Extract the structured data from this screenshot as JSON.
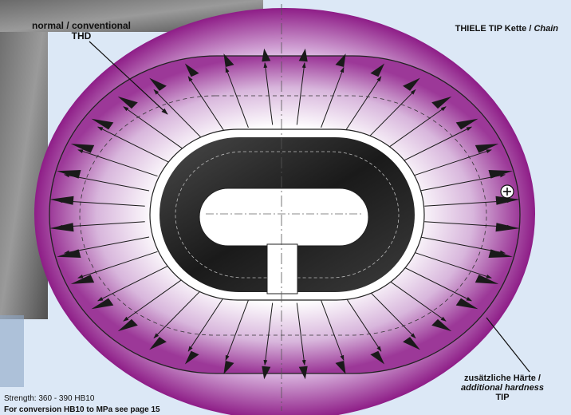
{
  "labels": {
    "normal_conventional": "normal / conventional",
    "thd": "THD",
    "thiele_tip": "THIELE TIP Kette / ",
    "chain": "Chain",
    "additional_hardness_de": "zusätzliche Härte /",
    "additional_hardness_en": "additional hardness",
    "tip": "TIP",
    "plus_symbol": "+"
  },
  "footnotes": {
    "strength": "Strength: 360 - 390 HB10",
    "conversion": "For conversion HB10 to MPa see page 15"
  },
  "colors": {
    "outer_magenta": "#8e1d87",
    "inner_dark": "#2a2a2a",
    "background": "#dce8f6"
  },
  "icons": [
    "plus-symbol",
    "arrow-icon"
  ]
}
